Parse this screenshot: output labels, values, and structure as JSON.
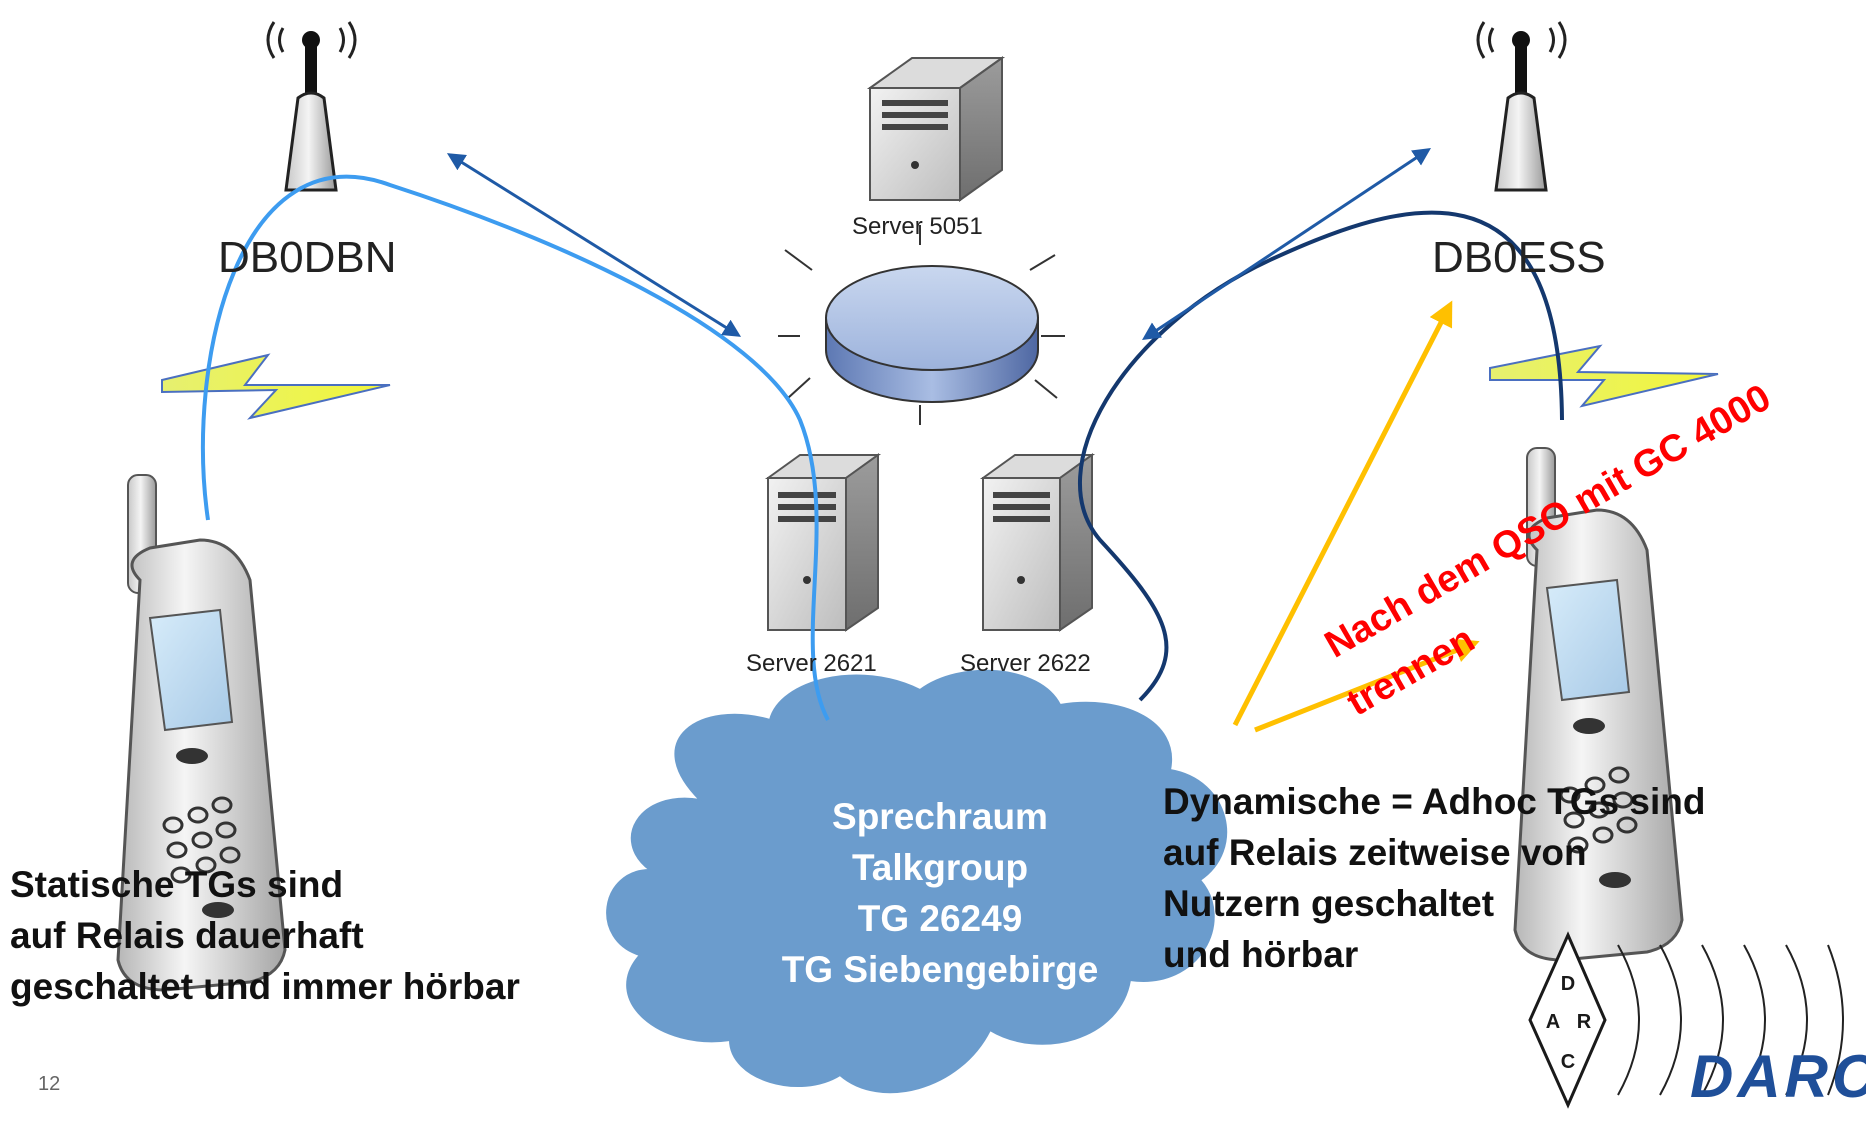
{
  "relays": {
    "left": "DB0DBN",
    "right": "DB0ESS"
  },
  "servers": {
    "top": "Server 5051",
    "bottom_left": "Server 2621",
    "bottom_right": "Server 2622"
  },
  "cloud": {
    "line1": "Sprechraum",
    "line2": "Talkgroup",
    "line3": "TG 26249",
    "line4": "TG Siebengebirge"
  },
  "static_text": {
    "line1": "Statische TGs sind",
    "line2": "auf Relais dauerhaft",
    "line3": "geschaltet und immer hörbar"
  },
  "dynamic_text": {
    "line1": "Dynamische = Adhoc TGs sind",
    "line2": "auf Relais zeitweise von",
    "line3": "Nutzern geschaltet",
    "line4": "und hörbar"
  },
  "annotation": {
    "line1": "Nach dem QSO mit GC 4000",
    "line2": "trennen"
  },
  "logo": {
    "text": "DARC",
    "emblem_letters": "DARC"
  },
  "page_number": "12",
  "colors": {
    "cloud": "#6b9ccd",
    "static_line": "#3d9cf0",
    "dynamic_line": "#14386e",
    "double_arrow": "#1f5aa6",
    "yellow_arrow": "#ffc000",
    "annotation": "#ff0000",
    "logo": "#1f4f99"
  }
}
